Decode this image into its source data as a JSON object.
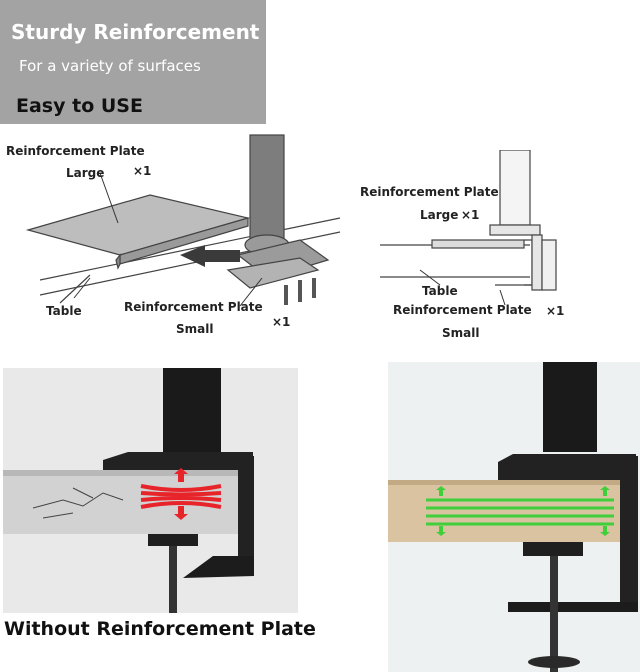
{
  "banner": {
    "title": "Sturdy Reinforcement",
    "subtitle": "For a variety of surfaces",
    "tagline": "Easy to USE"
  },
  "diagram_left": {
    "plate_title": "Reinforcement Plate",
    "large": "Large",
    "qty_large": "×1",
    "table": "Table",
    "plate_title_2": "Reinforcement Plate",
    "small": "Small",
    "qty_small": "×1"
  },
  "diagram_right": {
    "plate_title": "Reinforcement Plate",
    "large": "Large",
    "qty_large": "×1",
    "table": "Table",
    "plate_title_2": "Reinforcement Plate",
    "qty_small": "×1",
    "small": "Small"
  },
  "photo_caption": "Without Reinforcement Plate",
  "colors": {
    "stress": "#e8242b",
    "support": "#3fcf3a",
    "banner": "#a3a3a3"
  }
}
